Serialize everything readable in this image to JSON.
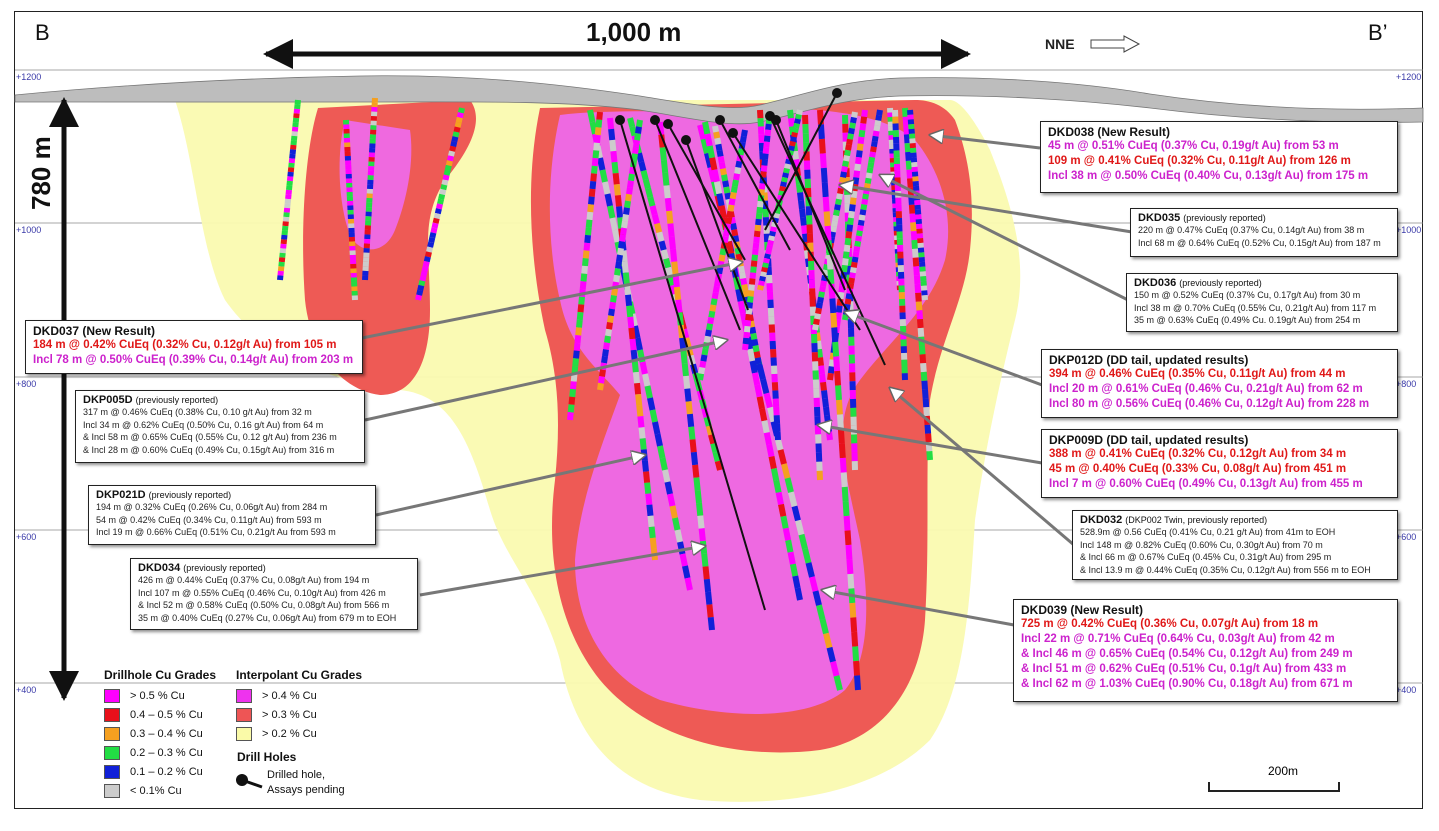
{
  "corners": {
    "left": "B",
    "right": "B’"
  },
  "scale_top": "1,000 m",
  "scale_vertical": "780 m",
  "direction": "NNE",
  "elevations": [
    "+1200",
    "+1000",
    "+800",
    "+600",
    "+400"
  ],
  "callouts": {
    "dkd038": {
      "title": "DKD038 (New Result)",
      "lines": [
        "45 m @ 0.51% CuEq (0.37% Cu, 0.19g/t Au) from 53 m",
        "109 m @ 0.41% CuEq (0.32% Cu, 0.11g/t Au) from 126 m",
        "Incl 38 m @ 0.50% CuEq (0.40% Cu, 0.13g/t Au) from 175 m"
      ]
    },
    "dkd035": {
      "title": "DKD035",
      "sub": "(previously reported)",
      "lines": [
        "220 m @ 0.47% CuEq (0.37% Cu, 0.14g/t Au) from 38 m",
        "Incl 68 m @ 0.64% CuEq (0.52% Cu, 0.15g/t Au) from 187 m"
      ]
    },
    "dkd036": {
      "title": "DKD036",
      "sub": "(previously reported)",
      "lines": [
        "150 m @ 0.52% CuEq (0.37% Cu, 0.17g/t Au) from 30 m",
        "Incl 38 m @ 0.70% CuEq (0.55% Cu, 0.21g/t Au) from 117 m",
        "35 m @ 0.63% CuEq (0.49% Cu. 0.19g/t Au) from 254 m"
      ]
    },
    "dkd037": {
      "title": "DKD037 (New Result)",
      "lines": [
        "184  m @ 0.42% CuEq (0.32% Cu, 0.12g/t Au) from 105 m",
        "Incl 78 m @ 0.50% CuEq (0.39% Cu, 0.14g/t Au) from 203 m"
      ]
    },
    "dkp005d": {
      "title": "DKP005D",
      "sub": "(previously reported)",
      "lines": [
        "317 m @ 0.46% CuEq (0.38% Cu, 0.10 g/t Au) from 32 m",
        "Incl 34 m @ 0.62% CuEq (0.50% Cu, 0.16 g/t Au) from 64 m",
        "& Incl 58 m @ 0.65% CuEq (0.55% Cu, 0.12 g/t Au) from 236 m",
        "& Incl 28 m @ 0.60% CuEq (0.49% Cu, 0.15g/t Au) from 316 m"
      ]
    },
    "dkp012d": {
      "title": "DKP012D (DD tail, updated results)",
      "lines": [
        "394 m @ 0.46% CuEq (0.35% Cu, 0.11g/t Au) from 44 m",
        "Incl 20 m @ 0.61% CuEq (0.46% Cu, 0.21g/t Au) from 62 m",
        "Incl 80 m @ 0.56% CuEq (0.46% Cu, 0.12g/t Au) from 228 m"
      ]
    },
    "dkp009d": {
      "title": "DKP009D (DD tail, updated results)",
      "lines": [
        "388 m @ 0.41% CuEq (0.32% Cu, 0.12g/t Au) from 34 m",
        "45 m @ 0.40% CuEq (0.33% Cu, 0.08g/t Au) from 451 m",
        "Incl 7 m @ 0.60% CuEq (0.49% Cu, 0.13g/t Au) from 455 m"
      ]
    },
    "dkp021d": {
      "title": "DKP021D",
      "sub": "(previously reported)",
      "lines": [
        "194 m @ 0.32% CuEq (0.26% Cu, 0.06g/t Au) from 284 m",
        "54 m @ 0.42% CuEq (0.34% Cu, 0.11g/t Au) from 593 m",
        "Incl 19 m @ 0.66% CuEq (0.51% Cu, 0.21g/t Au from 593 m"
      ]
    },
    "dkd032": {
      "title": "DKD032",
      "sub": "(DKP002 Twin, previously reported)",
      "lines": [
        "528.9m @ 0.56 CuEq (0.41% Cu, 0.21 g/t Au) from 41m to EOH",
        "Incl 148 m @ 0.82% CuEq (0.60% Cu, 0.30g/t Au) from 70 m",
        "& Incl 66 m @ 0.67% CuEq (0.45% Cu, 0.31g/t Au) from 295 m",
        "& Incl 13.9 m @ 0.44% CuEq (0.35% Cu, 0.12g/t Au) from 556 m to EOH"
      ]
    },
    "dkd034": {
      "title": "DKD034",
      "sub": "(previously reported)",
      "lines": [
        "426 m @ 0.44% CuEq (0.37% Cu, 0.08g/t Au) from 194 m",
        "Incl 107 m @ 0.55% CuEq (0.46% Cu, 0.10g/t Au) from 426 m",
        "& Incl 52 m @ 0.58% CuEq (0.50% Cu, 0.08g/t Au) from 566 m",
        "35 m @ 0.40% CuEq (0.27% Cu, 0.06g/t Au) from 679 m to EOH"
      ]
    },
    "dkd039": {
      "title": "DKD039 (New Result)",
      "lines": [
        "725 m @ 0.42% CuEq (0.36% Cu, 0.07g/t Au) from 18 m",
        "Incl 22 m @ 0.71% CuEq (0.64% Cu, 0.03g/t Au) from 42 m",
        "& Incl 46 m @ 0.65% CuEq (0.54% Cu, 0.12g/t Au) from 249 m",
        "& Incl 51 m @ 0.62% CuEq (0.51% Cu, 0.1g/t Au) from 433 m",
        "& Incl 62 m @ 1.03% CuEq (0.90% Cu, 0.18g/t Au) from 671 m"
      ]
    }
  },
  "legend_drillhole": {
    "title": "Drillhole Cu Grades",
    "items": [
      {
        "label": "> 0.5 % Cu",
        "color": "#ff00ff"
      },
      {
        "label": "0.4 – 0.5 % Cu",
        "color": "#e8101a"
      },
      {
        "label": "0.3 – 0.4 % Cu",
        "color": "#f5a020"
      },
      {
        "label": "0.2 – 0.3 % Cu",
        "color": "#22dd44"
      },
      {
        "label": "0.1 – 0.2 % Cu",
        "color": "#1020d8"
      },
      {
        "label": "< 0.1% Cu",
        "color": "#cccccc"
      }
    ]
  },
  "legend_interpolant": {
    "title": "Interpolant Cu Grades",
    "items": [
      {
        "label": "> 0.4 % Cu",
        "color": "#ee33ee"
      },
      {
        "label": "> 0.3 % Cu",
        "color": "#ee5555"
      },
      {
        "label": "> 0.2 % Cu",
        "color": "#fafaa8"
      }
    ]
  },
  "legend_holes": {
    "title": "Drill Holes",
    "line1": "Drilled hole,",
    "line2": "Assays pending"
  },
  "scalebar_label": "200m",
  "colors": {
    "magenta": "#cc22cc",
    "red": "#e01818",
    "elev_label": "#3a3aa8"
  }
}
